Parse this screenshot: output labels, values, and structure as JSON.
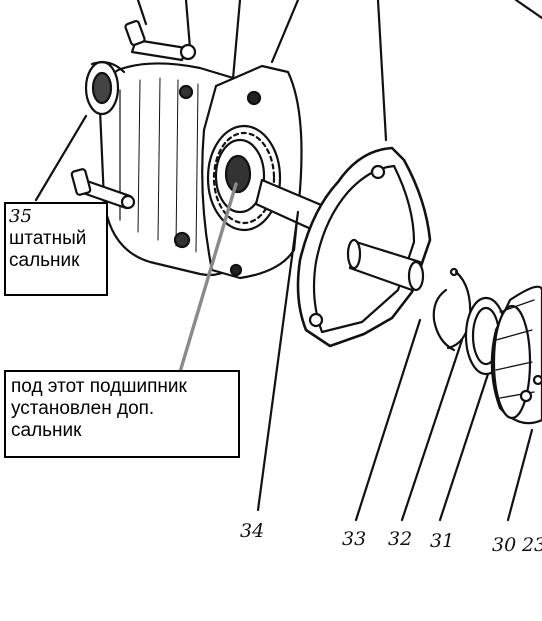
{
  "colors": {
    "ink": "#111111",
    "pointer": "#8a8a8a",
    "box_border": "#000000",
    "background": "#ffffff"
  },
  "callouts": {
    "stock_seal": {
      "number": "35",
      "line1": "штатный",
      "line2": "сальник"
    },
    "extra_seal": {
      "line1": "под этот подшипник",
      "line2": "установлен доп.",
      "line3": "сальник"
    }
  },
  "part_numbers": [
    "34",
    "33",
    "32",
    "31",
    "30",
    "23"
  ]
}
